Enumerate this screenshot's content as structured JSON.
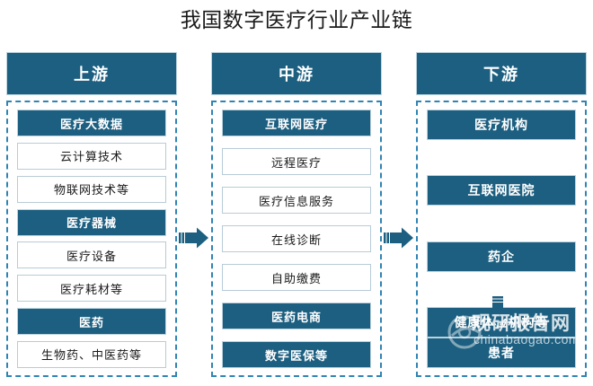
{
  "title": "我国数字医疗行业产业链",
  "colors": {
    "fill": "#1c5f80",
    "dashed_border": "#2f84b4",
    "outline_border": "#b7ccd8",
    "text_dark": "#1a1a1a",
    "text_light": "#ffffff",
    "background": "#ffffff"
  },
  "columns": [
    {
      "id": "upstream",
      "header": "上游",
      "nodes": [
        {
          "label": "医疗大数据",
          "style": "filled"
        },
        {
          "label": "云计算技术",
          "style": "outline"
        },
        {
          "label": "物联网技术等",
          "style": "outline"
        },
        {
          "label": "医疗器械",
          "style": "filled"
        },
        {
          "label": "医疗设备",
          "style": "outline"
        },
        {
          "label": "医疗耗材等",
          "style": "outline"
        },
        {
          "label": "医药",
          "style": "filled"
        },
        {
          "label": "生物药、中医药等",
          "style": "outline"
        }
      ]
    },
    {
      "id": "midstream",
      "header": "中游",
      "nodes": [
        {
          "label": "互联网医疗",
          "style": "filled"
        },
        {
          "label": "远程医疗",
          "style": "outline"
        },
        {
          "label": "医疗信息服务",
          "style": "outline"
        },
        {
          "label": "在线诊断",
          "style": "outline"
        },
        {
          "label": "自助缴费",
          "style": "outline"
        },
        {
          "label": "医药电商",
          "style": "filled"
        },
        {
          "label": "数字医保等",
          "style": "filled"
        }
      ]
    },
    {
      "id": "downstream",
      "header": "下游",
      "nodes": [
        {
          "label": "医疗机构",
          "style": "filled"
        },
        {
          "label": "互联网医院",
          "style": "filled"
        },
        {
          "label": "药企",
          "style": "filled"
        },
        {
          "label": "健康体检机构等",
          "style": "filled"
        },
        {
          "label": "患者",
          "style": "filled"
        }
      ]
    }
  ],
  "arrows": [
    {
      "name": "upstream-to-midstream",
      "direction": "right"
    },
    {
      "name": "midstream-to-downstream",
      "direction": "right"
    },
    {
      "name": "institutions-to-patient",
      "direction": "down"
    }
  ],
  "watermark": {
    "brand": "观研报告网",
    "url": "chinabaogao.com",
    "logo_icon": "circular-swoosh-logo-icon"
  }
}
